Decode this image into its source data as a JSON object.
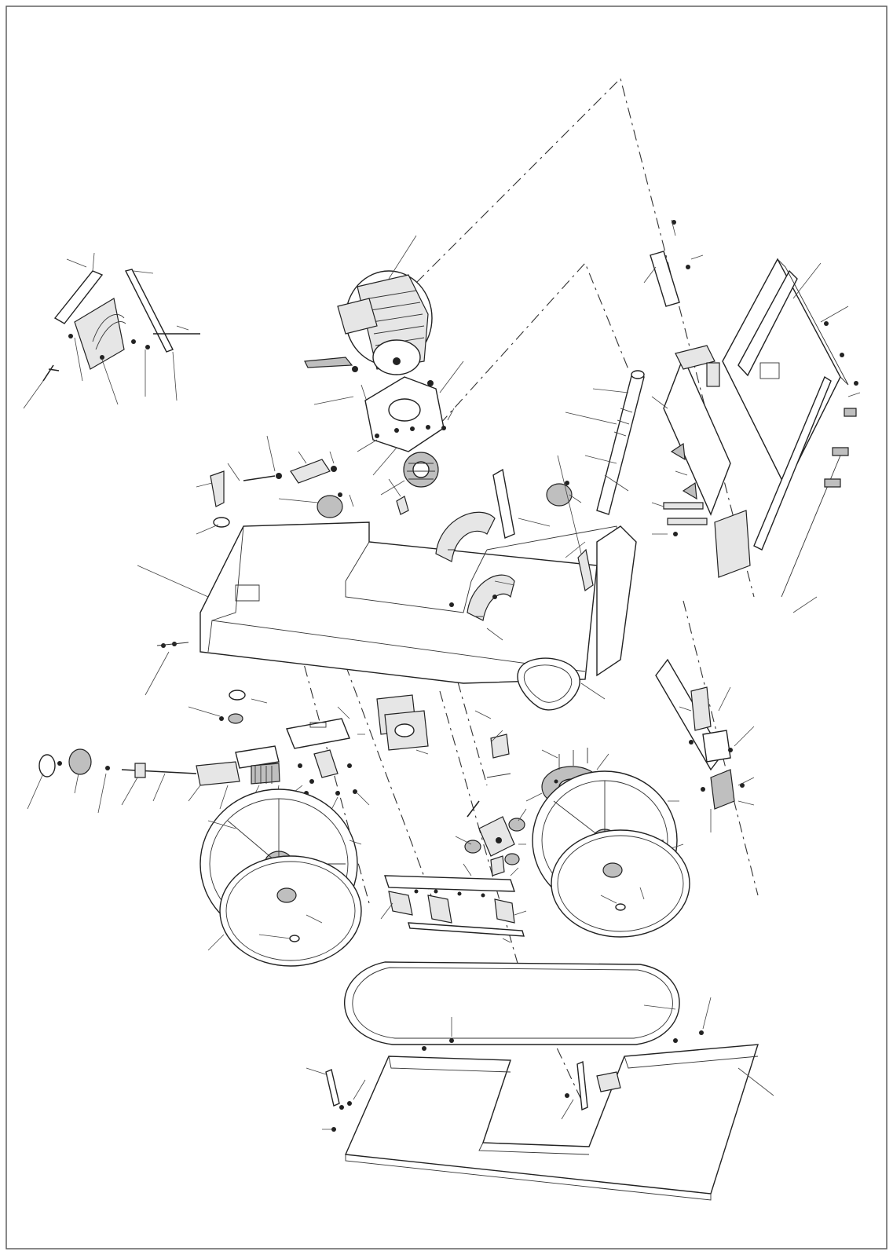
{
  "diagram": {
    "kind": "exploded-parts-drawing",
    "colors": {
      "line": "#222222",
      "background": "#ffffff",
      "shade": "#bfbfbf"
    },
    "components": [
      "miter-gauge-assembly",
      "motor",
      "motor-mount-plate",
      "drive-pulley",
      "lock-handle",
      "knob",
      "main-frame",
      "table-trunnion",
      "cross-bar",
      "table",
      "rip-fence",
      "fence-rail",
      "tension-knob",
      "tension-shaft",
      "blade-guide-upper",
      "blade-guide-lower",
      "upper-wheel",
      "upper-tire",
      "lower-wheel",
      "lower-tire",
      "v-belt",
      "driven-pulley",
      "guide-bar-assembly",
      "saw-blade",
      "base-cabinet"
    ]
  }
}
